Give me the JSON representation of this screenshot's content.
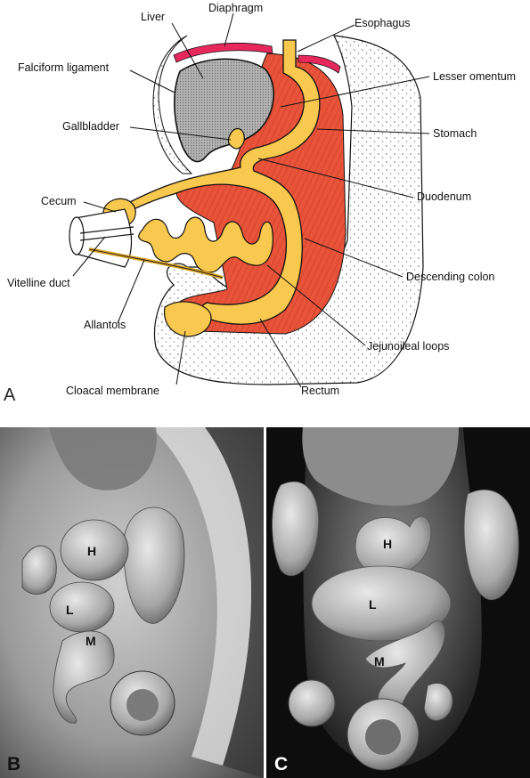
{
  "panels": {
    "a": "A",
    "b": "B",
    "c": "C"
  },
  "labels": {
    "liver": "Liver",
    "diaphragm": "Diaphragm",
    "esophagus": "Esophagus",
    "falciform": "Falciform ligament",
    "lesser_omentum": "Lesser omentum",
    "gallbladder": "Gallbladder",
    "stomach": "Stomach",
    "cecum": "Cecum",
    "duodenum": "Duodenum",
    "vitelline": "Vitelline duct",
    "descending_colon": "Descending colon",
    "allantois": "Allantois",
    "jejunoileal": "Jejunoileal loops",
    "cloacal": "Cloacal membrane",
    "rectum": "Rectum"
  },
  "micrograph_b": {
    "h": "H",
    "l": "L",
    "m": "M"
  },
  "micrograph_c": {
    "h": "H",
    "l": "L",
    "m": "M"
  },
  "colors": {
    "mesentery": "#e8533a",
    "gut": "#f9c84e",
    "liver": "#a9a9a9",
    "diaphragm_pink": "#e8285c"
  }
}
